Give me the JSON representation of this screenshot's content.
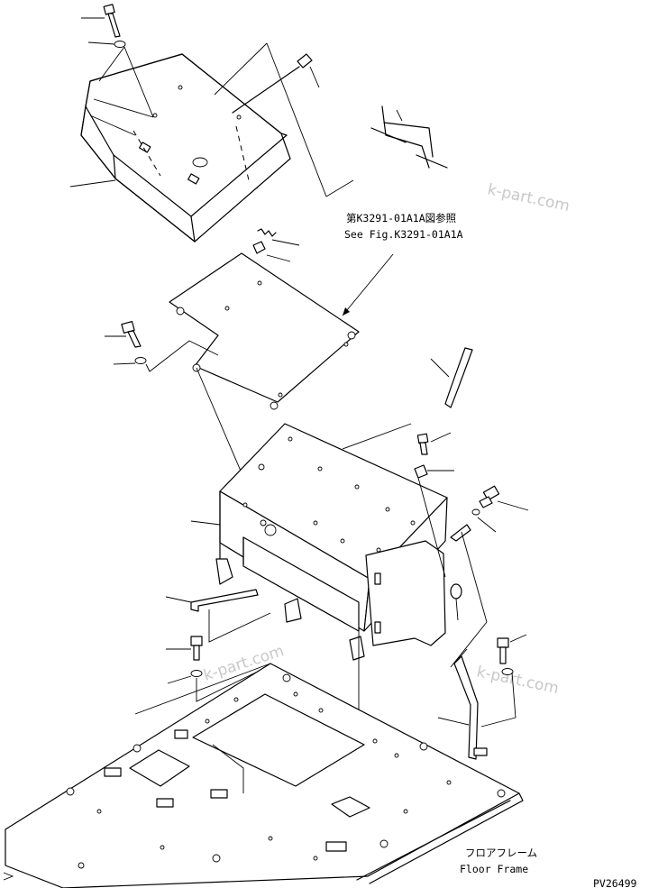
{
  "reference": {
    "jp": "第K3291-01A1A図参照",
    "en": "See Fig.K3291-01A1A"
  },
  "floor_frame": {
    "jp": "フロアフレーム",
    "en": "Floor Frame"
  },
  "drawing_number": "PV26499",
  "watermarks": [
    "k-part.com",
    "k-part.com",
    "k-part.com"
  ]
}
